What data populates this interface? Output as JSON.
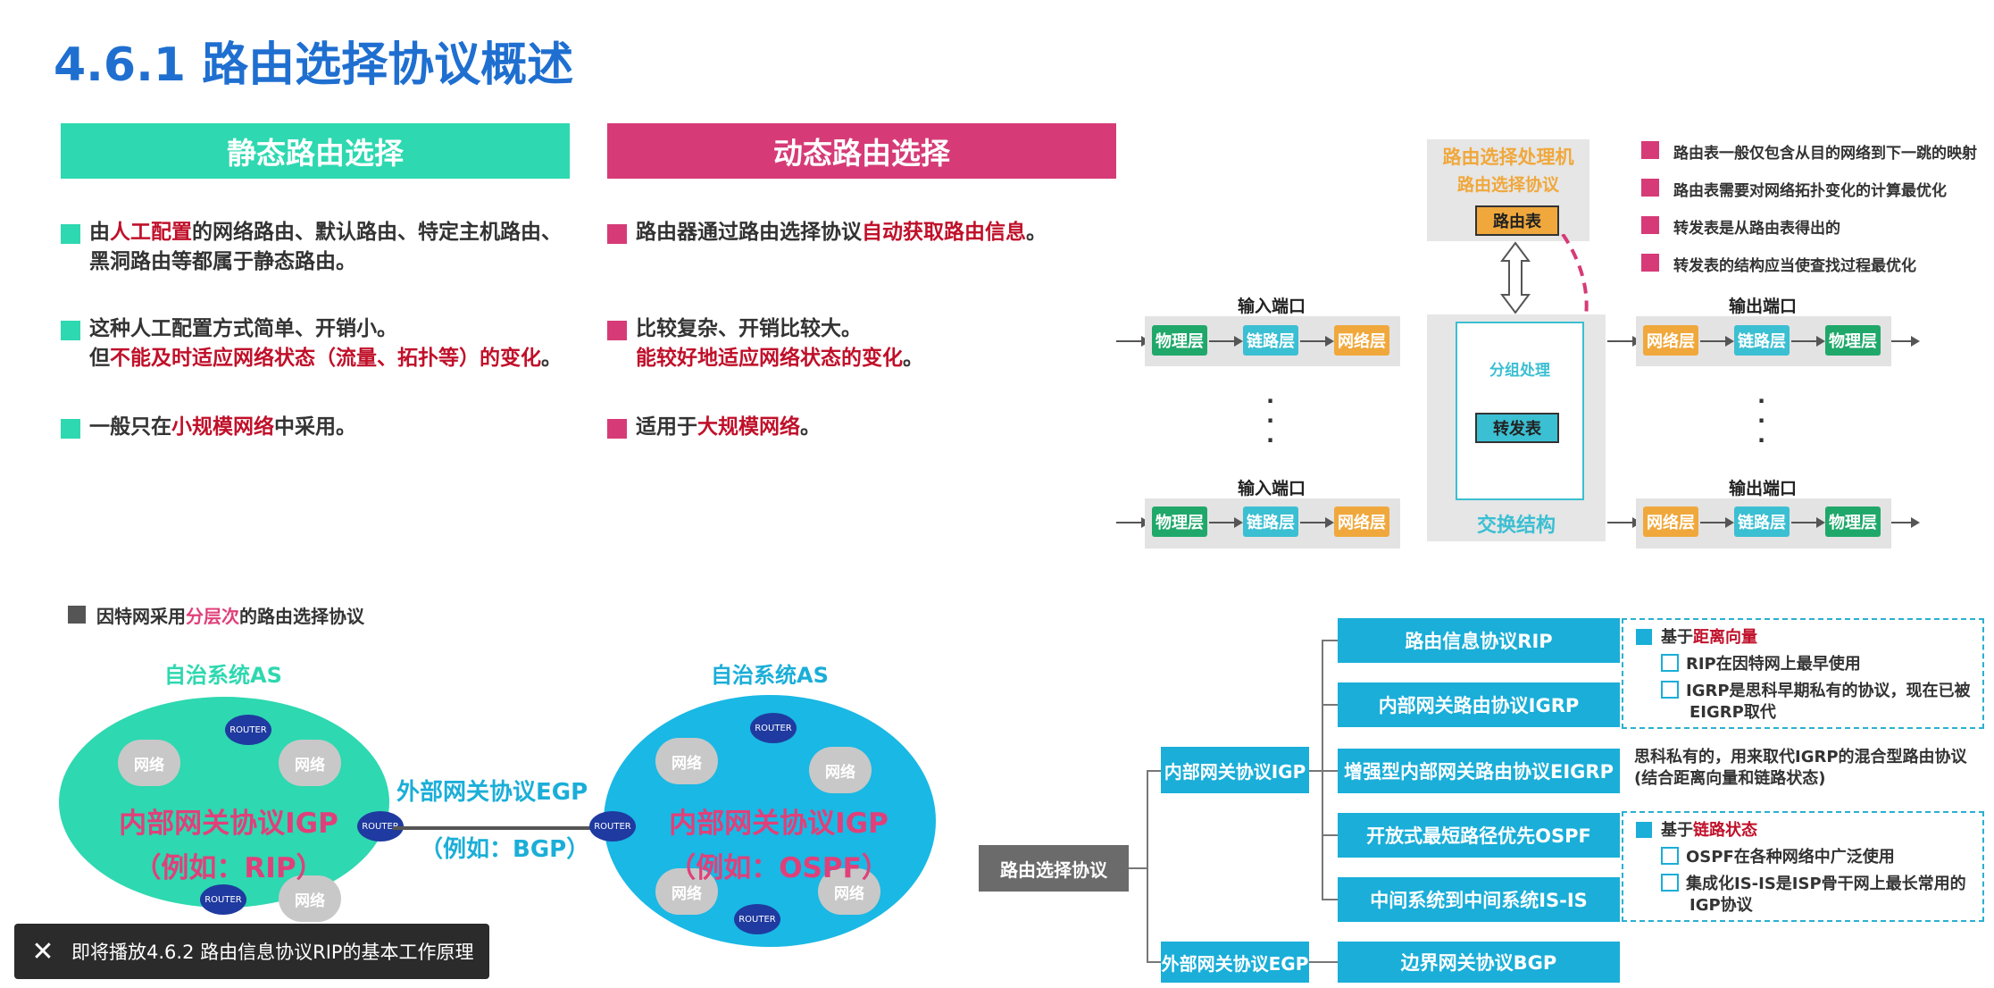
{
  "title": "4.6.1 路由选择协议概述",
  "colors": {
    "teal": "#2ed8b0",
    "pink": "#d63b77",
    "blue": "#1aaed8",
    "red": "#c0102a"
  },
  "static": {
    "header": "静态路由选择",
    "b1_pre": "由",
    "b1_red": "人工配置",
    "b1_post": "的网络路由、默认路由、特定主机路由、",
    "b1_line2": "黑洞路由等都属于静态路由。",
    "b2_line1": "这种人工配置方式简单、开销小。",
    "b2_pre": "但",
    "b2_red": "不能及时适应网络状态（流量、拓扑等）的变化",
    "b2_post": "。",
    "b3_pre": "一般只在",
    "b3_red": "小规模网络",
    "b3_post": "中采用。"
  },
  "dynamic": {
    "header": "动态路由选择",
    "b1_pre": "路由器通过路由选择协议",
    "b1_red": "自动获取路由信息",
    "b1_post": "。",
    "b2_line1": "比较复杂、开销比较大。",
    "b2_red": "能较好地适应网络状态的变化",
    "b2_post": "。",
    "b3_pre": "适用于",
    "b3_red": "大规模网络",
    "b3_post": "。"
  },
  "router": {
    "proc_title": "路由选择处理机",
    "proc_sub": "路由选择协议",
    "routing_table": "路由表",
    "packet_proc": "分组处理",
    "forward_table": "转发表",
    "switch_fabric": "交换结构",
    "input_port": "输入端口",
    "output_port": "输出端口",
    "phy": "物理层",
    "link": "链路层",
    "net": "网络层",
    "notes": [
      "路由表一般仅包含从目的网络到下一跳的映射",
      "路由表需要对网络拓扑变化的计算最优化",
      "转发表是从路由表得出的",
      "转发表的结构应当使查找过程最优化"
    ]
  },
  "hier": {
    "pre": "因特网采用",
    "red": "分层次",
    "post": "的路由选择协议"
  },
  "as": {
    "label": "自治系统AS",
    "cloud": "网络",
    "router": "ROUTER",
    "igp_left": "内部网关协议IGP",
    "igp_left_ex": "（例如：RIP）",
    "igp_right": "内部网关协议IGP",
    "igp_right_ex": "（例如：OSPF）",
    "egp": "外部网关协议EGP",
    "egp_ex": "（例如：BGP）"
  },
  "protocols": {
    "root": "路由选择协议",
    "igp": "内部网关协议IGP",
    "egp": "外部网关协议EGP",
    "rip": "路由信息协议RIP",
    "igrp": "内部网关路由协议IGRP",
    "eigrp": "增强型内部网关路由协议EIGRP",
    "ospf": "开放式最短路径优先OSPF",
    "isis": "中间系统到中间系统IS-IS",
    "bgp": "边界网关协议BGP",
    "dv_pre": "基于",
    "dv_red": "距离向量",
    "dv_c1": "RIP在因特网上最早使用",
    "dv_c2": "IGRP是思科早期私有的协议，现在已被",
    "dv_c2b": "EIGRP取代",
    "eigrp_note1": "思科私有的，用来取代IGRP的混合型路由协议",
    "eigrp_note2": "(结合距离向量和链路状态)",
    "ls_pre": "基于",
    "ls_red": "链路状态",
    "ls_c1": "OSPF在各种网络中广泛使用",
    "ls_c2": "集成化IS-IS是ISP骨干网上最长常用的",
    "ls_c2b": "IGP协议"
  },
  "toast": {
    "icon": "close-icon",
    "text": "即将播放4.6.2 路由信息协议RIP的基本工作原理"
  }
}
